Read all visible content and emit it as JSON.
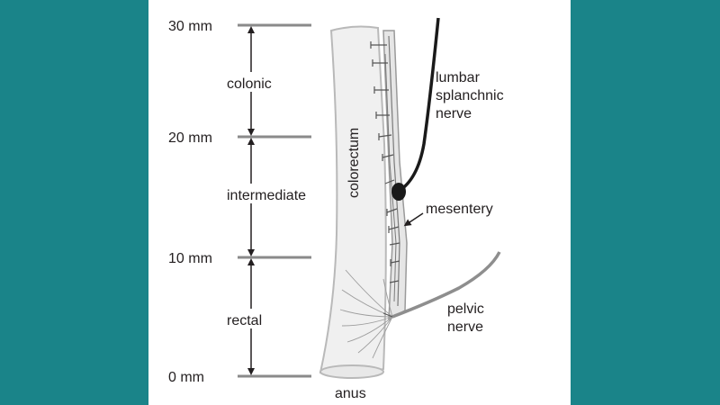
{
  "background_color": "#1a8489",
  "panel_color": "#ffffff",
  "scale": {
    "marks": [
      "30 mm",
      "20 mm",
      "10 mm",
      "0 mm"
    ],
    "regions": [
      "colonic",
      "intermediate",
      "rectal"
    ]
  },
  "labels": {
    "organ": "colorectum",
    "lumbar_line1": "lumbar",
    "lumbar_line2": "splanchnic",
    "lumbar_line3": "nerve",
    "mesentery": "mesentery",
    "pelvic_line1": "pelvic",
    "pelvic_line2": "nerve",
    "anus": "anus"
  }
}
